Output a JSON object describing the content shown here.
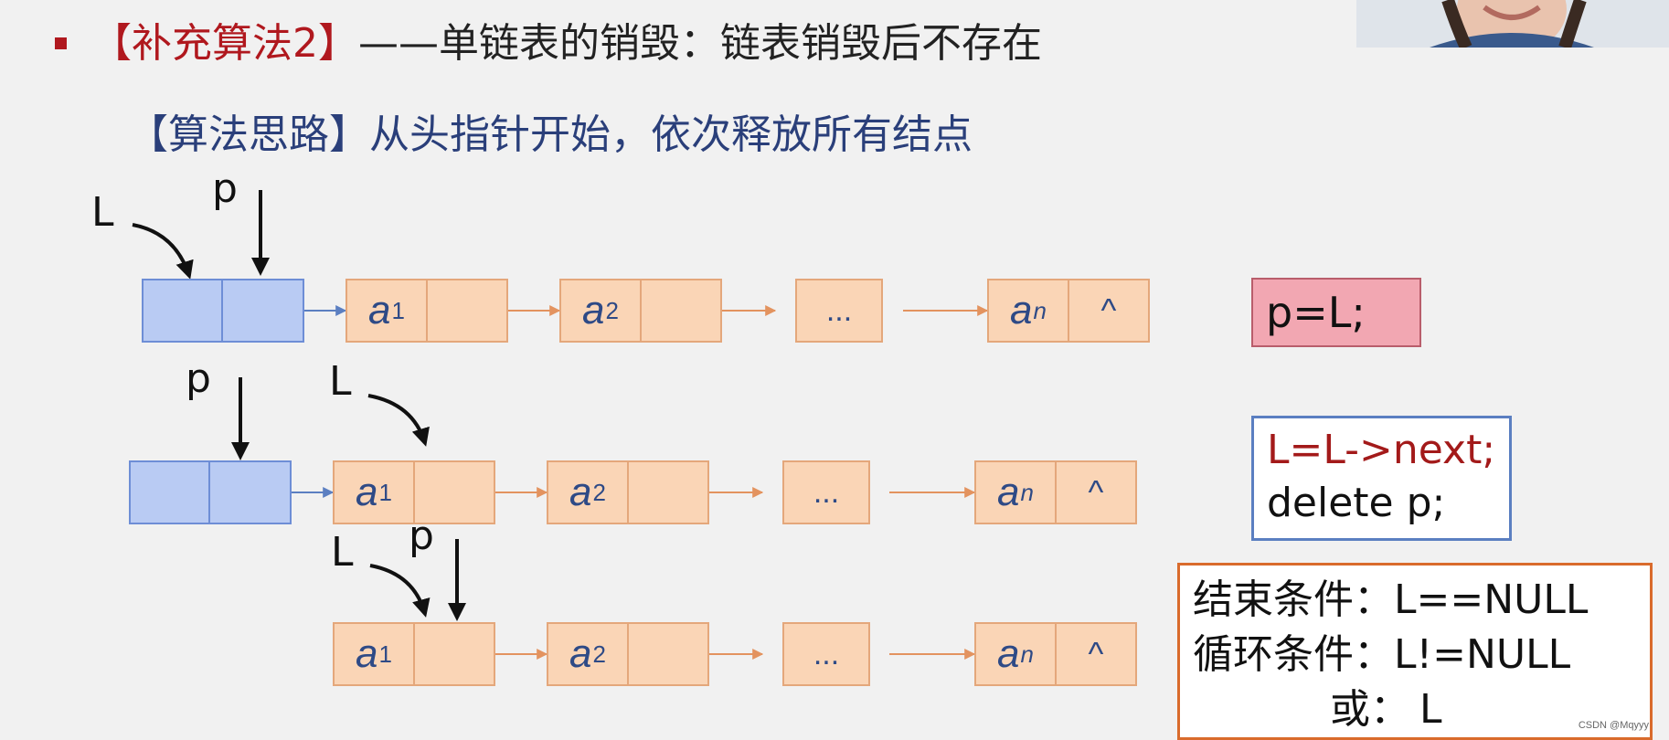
{
  "title": {
    "tag": "【补充算法2】",
    "rest": "——单链表的销毁：链表销毁后不存在"
  },
  "subtitle": "【算法思路】从头指针开始，依次释放所有结点",
  "pointers": {
    "L": "L",
    "p": "p"
  },
  "nodes": {
    "a1": "a",
    "a1_sub": "1",
    "a2": "a",
    "a2_sub": "2",
    "ellipsis": "...",
    "an": "a",
    "an_sub": "n",
    "null_symbol": "^"
  },
  "code": {
    "step1": "p=L;",
    "step2_line1": "L=L->next;",
    "step2_line2": "delete p;"
  },
  "conditions": {
    "end_label": "结束条件：",
    "end_value": "L==NULL",
    "loop_label": "循环条件：",
    "loop_value": "L!=NULL",
    "or_label": "或：",
    "or_value": "L"
  },
  "watermark": "CSDN @Mqyyy",
  "colors": {
    "title_red": "#b0181e",
    "subtitle_blue": "#2a3f7a",
    "head_fill": "#b9cbf3",
    "node_fill": "#fad5b6",
    "arrow_orange": "#e3935f",
    "arrow_blue": "#5b7fc1"
  }
}
